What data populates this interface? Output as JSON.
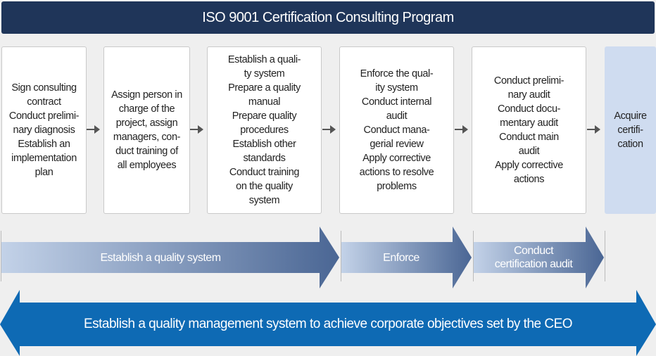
{
  "title": "ISO 9001 Certification Consulting Program",
  "steps": [
    {
      "text": "Sign consulting\ncontract\nConduct prelimi-\nnary diagnosis\nEstablish an\nimplementation\nplan"
    },
    {
      "text": "Assign person in\ncharge of the\nproject, assign\nmanagers, con-\nduct training of\nall employees"
    },
    {
      "text": "Establish a quali-\nty system\nPrepare a quality\nmanual\nPrepare quality\nprocedures\nEstablish other\nstandards\nConduct training\non the quality\nsystem"
    },
    {
      "text": "Enforce the qual-\nity system\nConduct internal\naudit\nConduct mana-\ngerial review\nApply corrective\nactions to resolve\nproblems"
    },
    {
      "text": "Conduct prelimi-\nnary audit\nConduct docu-\nmentary audit\nConduct main\naudit\nApply corrective\nactions"
    },
    {
      "text": "Acquire\ncertifi-\ncation"
    }
  ],
  "phases": [
    {
      "label": "Establish a quality system"
    },
    {
      "label": "Enforce"
    },
    {
      "label": "Conduct\ncertification audit"
    }
  ],
  "banner": "Establish a quality management system to achieve corporate objectives set by the CEO",
  "colors": {
    "title_bg": "#1f3559",
    "banner": "#0e6ab4",
    "phase_dark": "#4a6694",
    "phase_light": "#c3d2e8",
    "final_box": "#cfdcf0"
  }
}
